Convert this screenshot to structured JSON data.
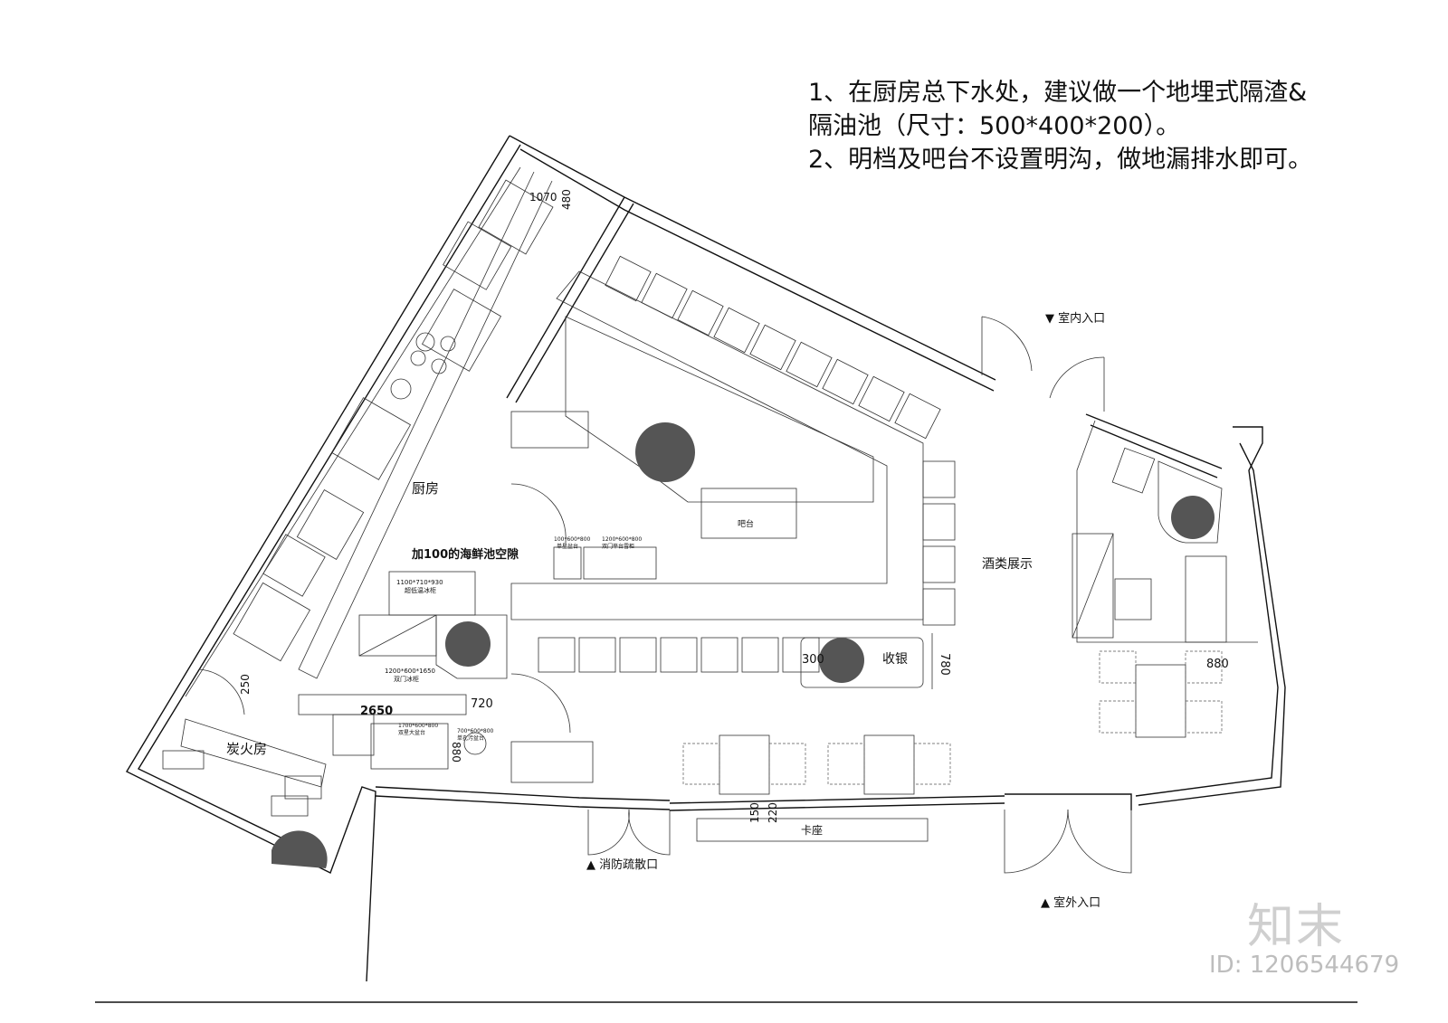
{
  "notes": [
    "1、在厨房总下水处，建议做一个地埋式隔渣&隔油池（尺寸：500*400*200）。",
    "2、明档及吧台不设置明沟，做地漏排水即可。"
  ],
  "rooms": {
    "kitchen": "厨房",
    "charcoal_room": "炭火房",
    "wine_display": "酒类展示",
    "cashier": "收银",
    "bar": "吧台",
    "booth": "卡座",
    "seafood_gap": "加100的海鲜池空隙"
  },
  "entrances": {
    "indoor": "室内入口",
    "outdoor": "室外入口",
    "fire_exit": "消防疏散口"
  },
  "equipment": {
    "freezer": "1100*710*930",
    "freezer_name": "超低温冰柜",
    "double_fridge": "1200*600*1650",
    "double_fridge_name": "双门冰柜",
    "sink_single": "100*600*800",
    "sink_single_name": "单星盆台",
    "flat_fridge": "1200*600*800",
    "flat_fridge_name": "双门平台雪柜",
    "double_sink": "1700*600*800",
    "double_sink_name": "双星大盆台",
    "mop_sink": "700*600*800",
    "mop_sink_name": "单孔污盆台"
  },
  "dimensions": [
    "1070",
    "480",
    "250",
    "2650",
    "720",
    "880",
    "300",
    "780",
    "150",
    "220",
    "880"
  ],
  "watermark": {
    "logo": "知末",
    "id": "ID: 1206544679"
  }
}
